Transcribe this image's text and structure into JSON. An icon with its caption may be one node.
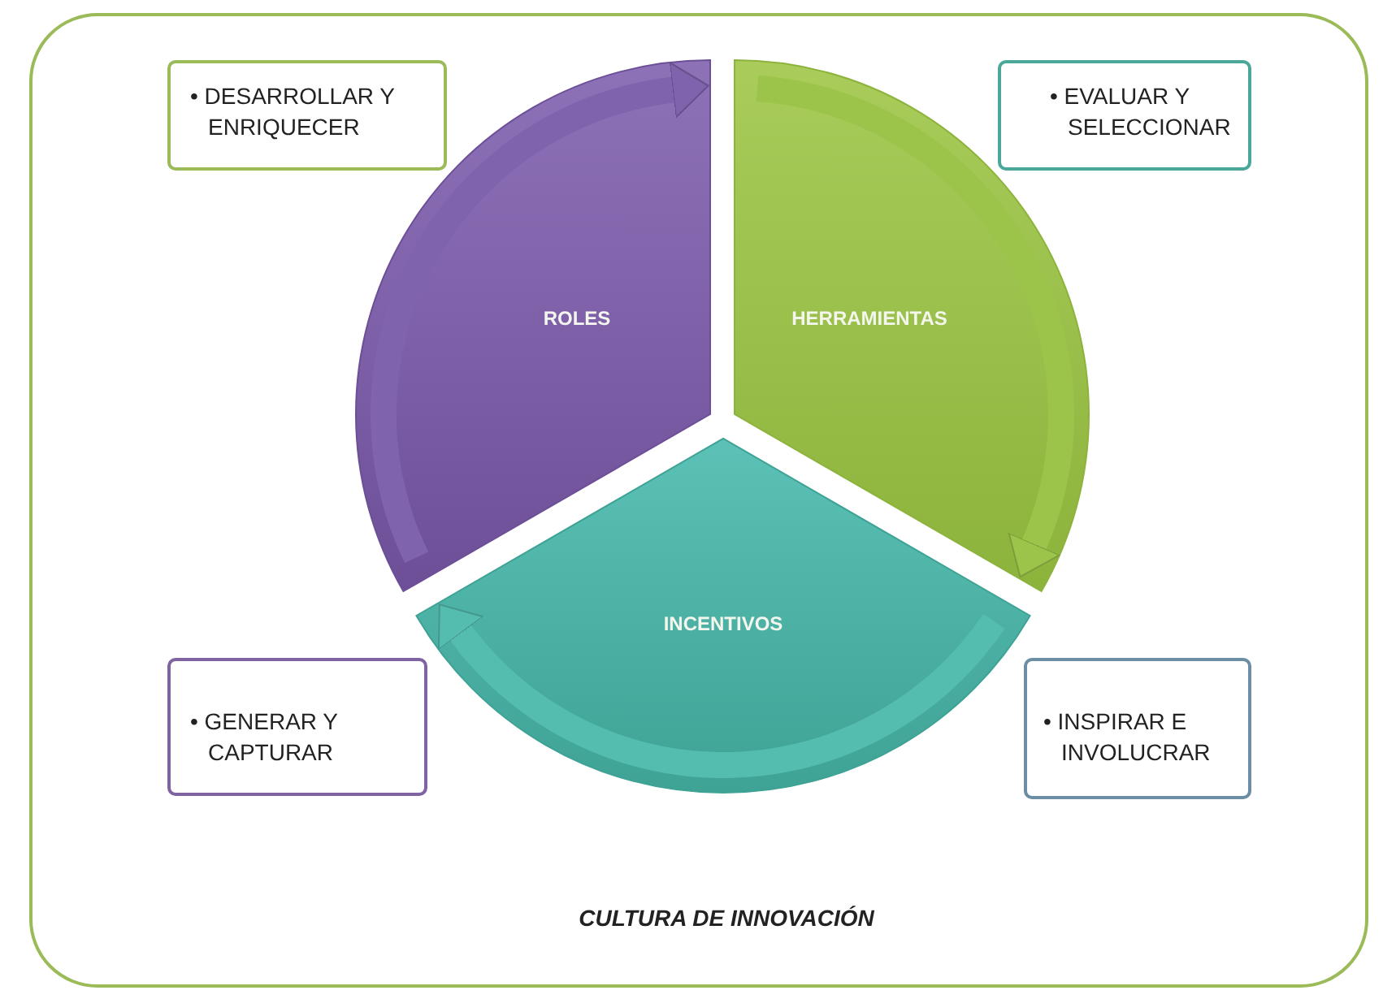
{
  "diagram": {
    "nodes": [
      {
        "text": [
          "CULTURA DE INNOVACIÓN"
        ]
      },
      {
        "text": [
          "• DESARROLLAR Y ENRIQUECER"
        ],
        "in": 0
      },
      {
        "text": [
          "• EVALUAR Y SELECCIONAR"
        ],
        "in": 0
      },
      {
        "text": [
          "ROLES"
        ],
        "in": 0
      },
      {
        "text": [
          "HERRAMIENTAS"
        ],
        "in": 0
      },
      {
        "text": [
          "INCENTIVOS"
        ],
        "in": 0
      },
      {
        "text": [
          "• GENERAR Y CAPTURAR"
        ],
        "in": 0
      },
      {
        "text": [
          "• INSPIRAR E INVOLUCRAR"
        ],
        "in": 0
      }
    ],
    "edges": [
      {
        "from": 3,
        "to": 4,
        "arrow": "to",
        "color": "#7f63ad"
      },
      {
        "from": 4,
        "to": 5,
        "arrow": "to",
        "color": "#9cc44a"
      },
      {
        "from": 5,
        "to": 3,
        "arrow": "to",
        "color": "#55bcb0"
      }
    ]
  }
}
